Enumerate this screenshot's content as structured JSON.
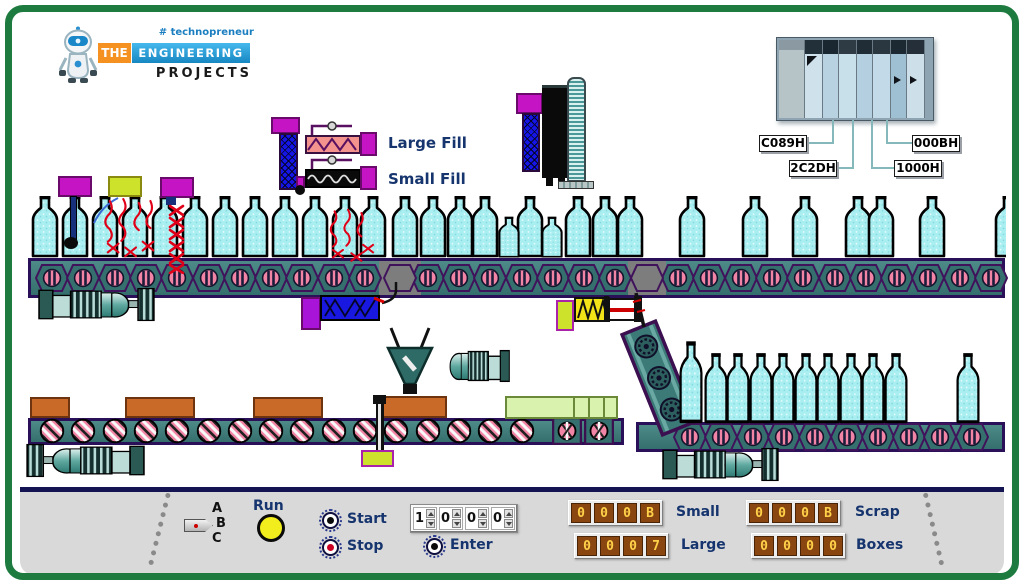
{
  "logo": {
    "tagline": "# technopreneur",
    "the": "THE",
    "engineering": "ENGINEERING",
    "projects": "PROJECTS"
  },
  "plc": {
    "labels": [
      {
        "text": "C089H"
      },
      {
        "text": "2C2DH"
      },
      {
        "text": "000BH"
      },
      {
        "text": "1000H"
      }
    ]
  },
  "fill_station": {
    "large_fill_label": "Large Fill",
    "small_fill_label": "Small Fill"
  },
  "panel": {
    "selector": {
      "options": [
        "A",
        "B",
        "C"
      ],
      "selected": "B"
    },
    "run_label": "Run",
    "start_label": "Start",
    "stop_label": "Stop",
    "enter_label": "Enter",
    "thumbwheel": {
      "digits": [
        "1",
        "0",
        "0",
        "0"
      ],
      "value": "1000"
    },
    "counters": [
      {
        "id": "small",
        "label": "Small",
        "digits": [
          "0",
          "0",
          "0",
          "B"
        ]
      },
      {
        "id": "large",
        "label": "Large",
        "digits": [
          "0",
          "0",
          "0",
          "7"
        ]
      },
      {
        "id": "scrap",
        "label": "Scrap",
        "digits": [
          "0",
          "0",
          "0",
          "B"
        ]
      },
      {
        "id": "boxes",
        "label": "Boxes",
        "digits": [
          "0",
          "0",
          "0",
          "0"
        ]
      }
    ]
  },
  "colors": {
    "frame_green": "#1e7b40",
    "belt_teal": "#3c7a78",
    "roller_pink": "#f285a5",
    "magenta": "#c414c4",
    "counter_brown": "#8a4610",
    "digit_yellow": "#ffd24a",
    "navy_text": "#16356e",
    "panel_gray": "#d9d9d9"
  }
}
